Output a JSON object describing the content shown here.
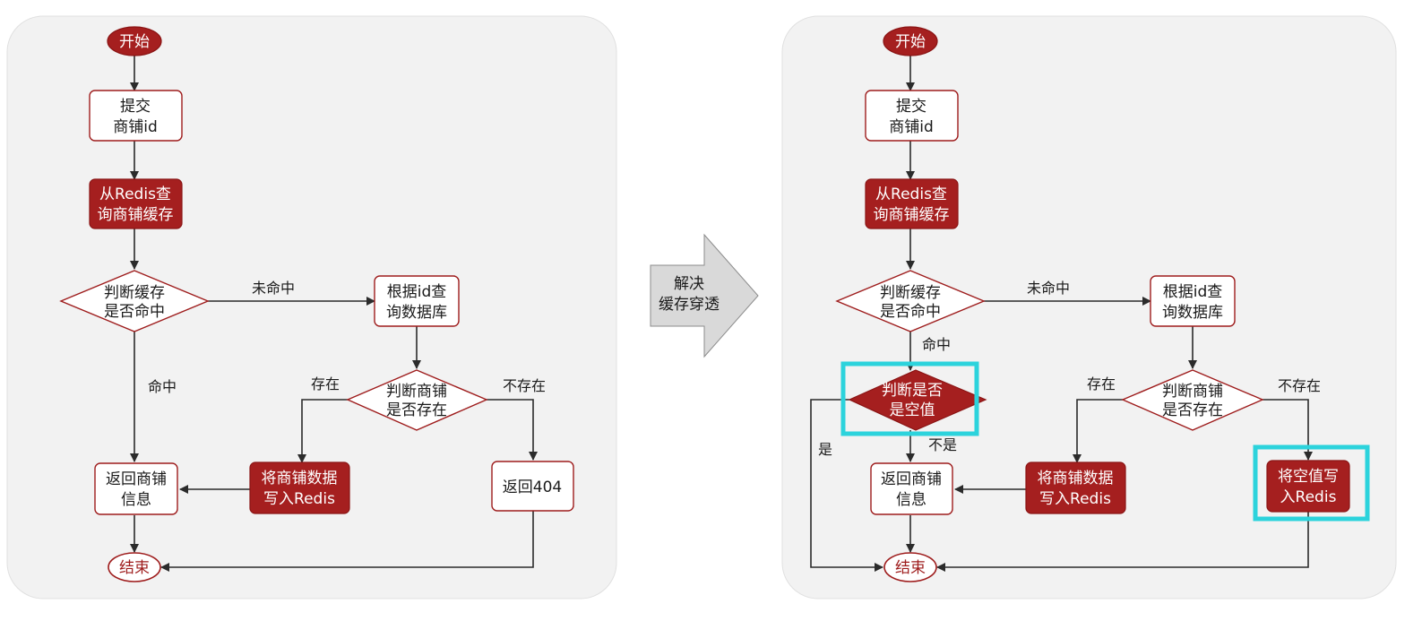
{
  "left": {
    "start": "开始",
    "submit": [
      "提交",
      "商铺id"
    ],
    "query_redis": [
      "从Redis查",
      "询商铺缓存"
    ],
    "check_cache": [
      "判断缓存",
      "是否命中"
    ],
    "query_db": [
      "根据id查",
      "询数据库"
    ],
    "check_shop": [
      "判断商铺",
      "是否存在"
    ],
    "write_redis": [
      "将商铺数据",
      "写入Redis"
    ],
    "return_info": [
      "返回商铺",
      "信息"
    ],
    "return_404": "返回404",
    "end": "结束",
    "label_miss": "未命中",
    "label_hit": "命中",
    "label_exists": "存在",
    "label_not_exists": "不存在"
  },
  "middle": {
    "arrow_text": [
      "解决",
      "缓存穿透"
    ]
  },
  "right": {
    "start": "开始",
    "submit": [
      "提交",
      "商铺id"
    ],
    "query_redis": [
      "从Redis查",
      "询商铺缓存"
    ],
    "check_cache": [
      "判断缓存",
      "是否命中"
    ],
    "query_db": [
      "根据id查",
      "询数据库"
    ],
    "check_null": [
      "判断是否",
      "是空值"
    ],
    "check_shop": [
      "判断商铺",
      "是否存在"
    ],
    "write_redis": [
      "将商铺数据",
      "写入Redis"
    ],
    "write_null": [
      "将空值写",
      "入Redis"
    ],
    "return_info": [
      "返回商铺",
      "信息"
    ],
    "end": "结束",
    "label_miss": "未命中",
    "label_hit": "命中",
    "label_yes": "是",
    "label_not_yes": "不是",
    "label_exists": "存在",
    "label_not_exists": "不存在"
  },
  "colors": {
    "node_red": "#a51f1f",
    "node_border": "#9e1c1c",
    "highlight": "#2cd3dc",
    "panel_bg": "#f2f2f2"
  }
}
